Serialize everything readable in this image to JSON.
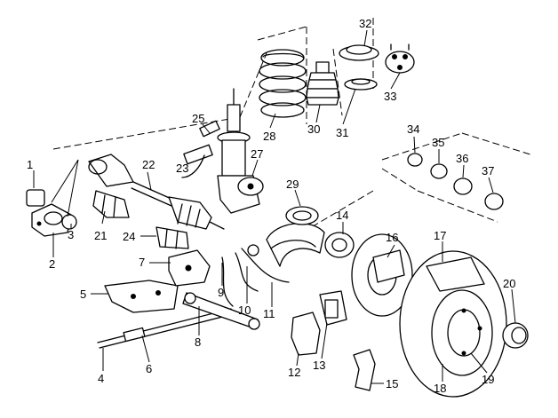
{
  "diagram": {
    "callouts": [
      {
        "id": "1",
        "label": "1"
      },
      {
        "id": "2",
        "label": "2"
      },
      {
        "id": "3",
        "label": "3"
      },
      {
        "id": "4",
        "label": "4"
      },
      {
        "id": "5",
        "label": "5"
      },
      {
        "id": "6",
        "label": "6"
      },
      {
        "id": "7",
        "label": "7"
      },
      {
        "id": "8",
        "label": "8"
      },
      {
        "id": "9",
        "label": "9"
      },
      {
        "id": "10",
        "label": "10"
      },
      {
        "id": "11",
        "label": "11"
      },
      {
        "id": "12",
        "label": "12"
      },
      {
        "id": "13",
        "label": "13"
      },
      {
        "id": "14",
        "label": "14"
      },
      {
        "id": "15",
        "label": "15"
      },
      {
        "id": "16",
        "label": "16"
      },
      {
        "id": "17",
        "label": "17"
      },
      {
        "id": "18",
        "label": "18"
      },
      {
        "id": "19",
        "label": "19"
      },
      {
        "id": "20",
        "label": "20"
      },
      {
        "id": "21",
        "label": "21"
      },
      {
        "id": "22",
        "label": "22"
      },
      {
        "id": "23",
        "label": "23"
      },
      {
        "id": "24",
        "label": "24"
      },
      {
        "id": "25",
        "label": "25"
      },
      {
        "id": "27",
        "label": "27"
      },
      {
        "id": "28",
        "label": "28"
      },
      {
        "id": "29",
        "label": "29"
      },
      {
        "id": "30",
        "label": "30"
      },
      {
        "id": "31",
        "label": "31"
      },
      {
        "id": "32",
        "label": "32"
      },
      {
        "id": "33",
        "label": "33"
      },
      {
        "id": "34",
        "label": "34"
      },
      {
        "id": "35",
        "label": "35"
      },
      {
        "id": "36",
        "label": "36"
      },
      {
        "id": "37",
        "label": "37"
      }
    ]
  }
}
